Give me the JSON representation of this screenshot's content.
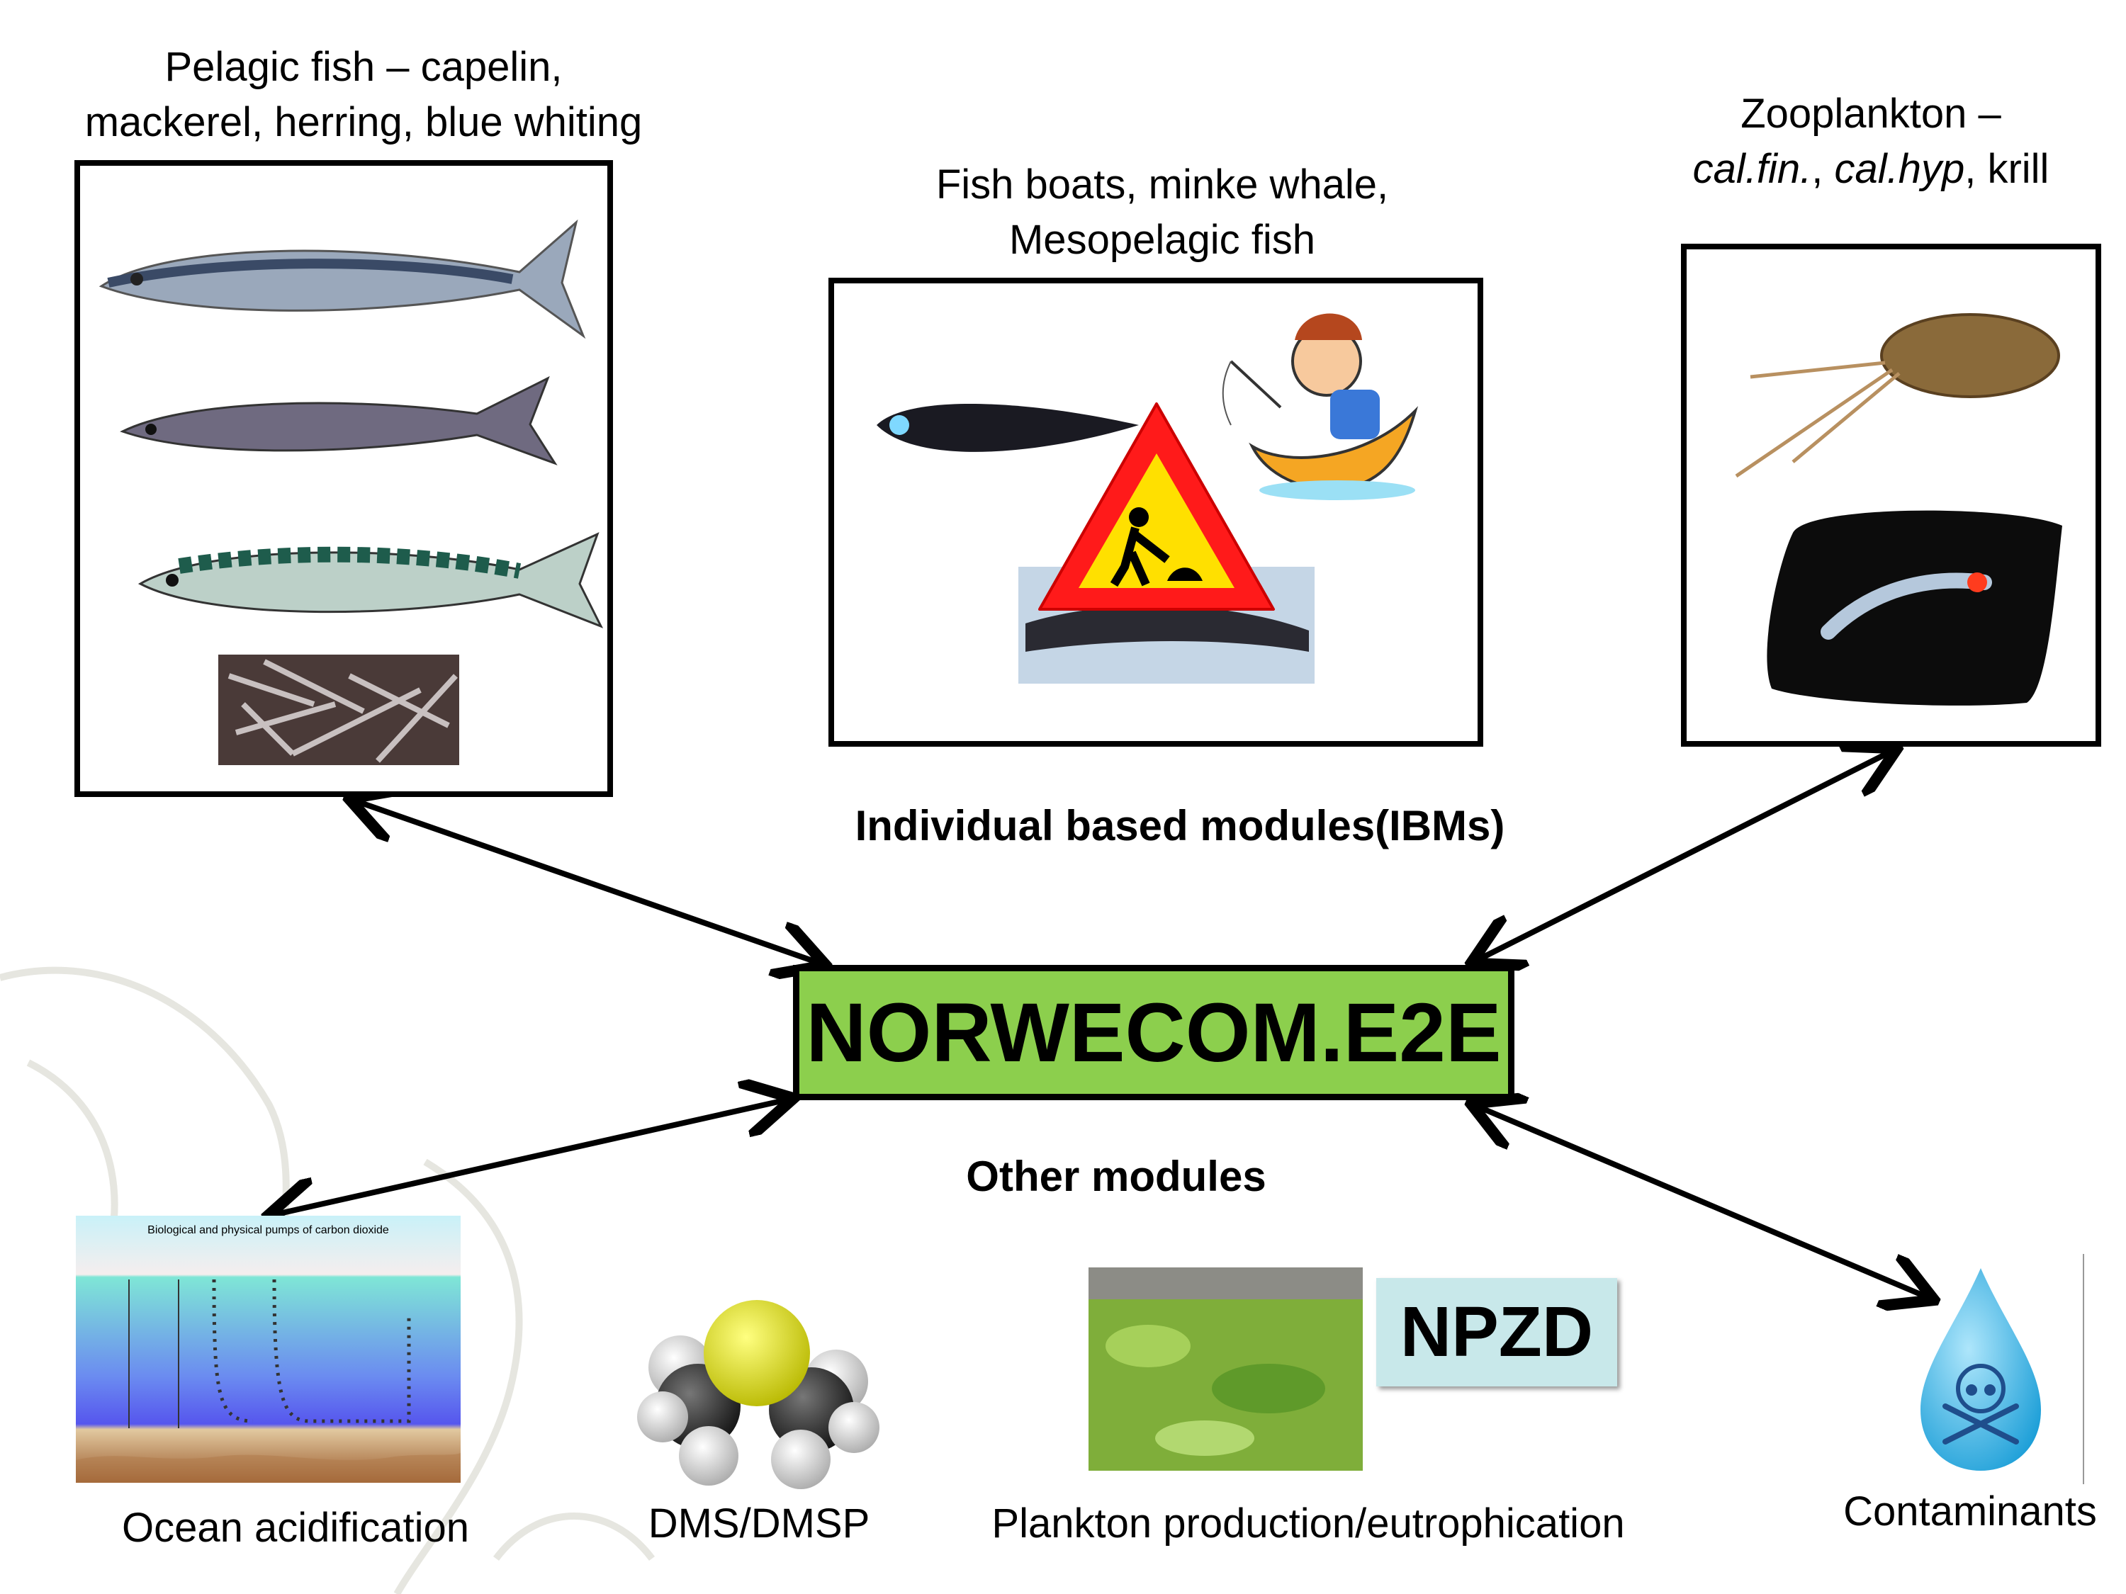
{
  "pelagic": {
    "line1": "Pelagic fish –  capelin,",
    "line2": "mackerel, herring, blue whiting"
  },
  "ibm_middle": {
    "line1": "Fish boats, minke whale,",
    "line2": "Mesopelagic fish"
  },
  "zooplankton": {
    "line1": "Zooplankton –",
    "line2_italic1": "cal.fin.",
    "sep1": ", ",
    "line2_italic2": "cal.hyp",
    "sep2": ", krill"
  },
  "ibm_label": "Individual based modules(IBMs)",
  "core_model": "NORWECOM.E2E",
  "other_label": "Other modules",
  "ocean_figure_title": "Biological and physical pumps of carbon dioxide",
  "modules": {
    "ocean": "Ocean acidification",
    "dms": "DMS/DMSP",
    "plankton": "Plankton production/eutrophication",
    "npzd": "NPZD",
    "contaminants": "Contaminants"
  },
  "colors": {
    "core_green": "#8ccf4d",
    "npzd_bg": "#c8e8ea",
    "drop_blue": "#3cb4e6"
  }
}
